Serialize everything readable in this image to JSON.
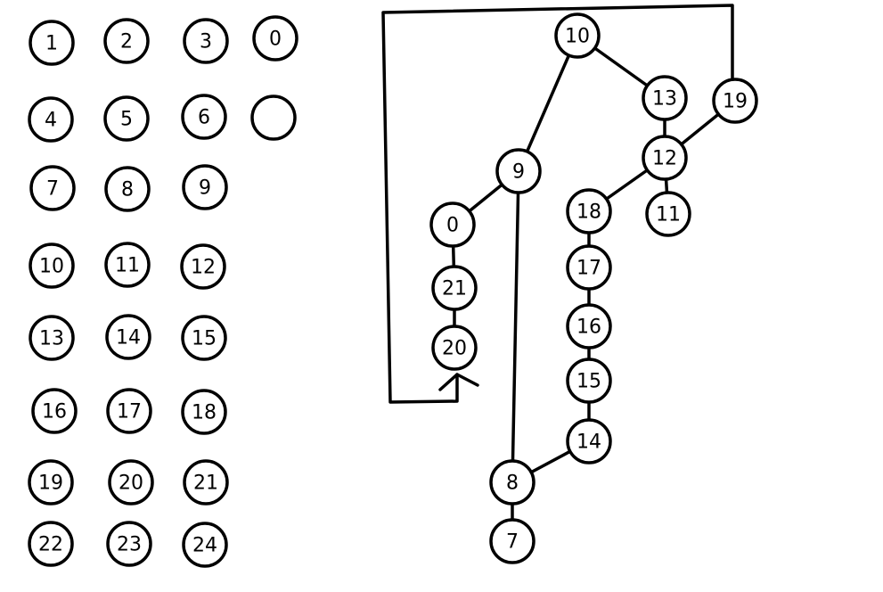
{
  "legend_nodes": [
    {
      "label": "1"
    },
    {
      "label": "2"
    },
    {
      "label": "3"
    },
    {
      "label": "0"
    },
    {
      "label": "4"
    },
    {
      "label": "5"
    },
    {
      "label": "6"
    },
    {
      "label": ""
    },
    {
      "label": "7"
    },
    {
      "label": "8"
    },
    {
      "label": "9"
    },
    {
      "label": "10"
    },
    {
      "label": "11"
    },
    {
      "label": "12"
    },
    {
      "label": "13"
    },
    {
      "label": "14"
    },
    {
      "label": "15"
    },
    {
      "label": "16"
    },
    {
      "label": "17"
    },
    {
      "label": "18"
    },
    {
      "label": "19"
    },
    {
      "label": "20"
    },
    {
      "label": "21"
    },
    {
      "label": "22"
    },
    {
      "label": "23"
    },
    {
      "label": "24"
    }
  ],
  "tree_nodes": [
    {
      "id": "n10",
      "label": "10"
    },
    {
      "id": "n13",
      "label": "13"
    },
    {
      "id": "n19",
      "label": "19"
    },
    {
      "id": "n12",
      "label": "12"
    },
    {
      "id": "n11",
      "label": "11"
    },
    {
      "id": "n18",
      "label": "18"
    },
    {
      "id": "n17",
      "label": "17"
    },
    {
      "id": "n16",
      "label": "16"
    },
    {
      "id": "n15",
      "label": "15"
    },
    {
      "id": "n14",
      "label": "14"
    },
    {
      "id": "n9",
      "label": "9"
    },
    {
      "id": "n0",
      "label": "0"
    },
    {
      "id": "n21",
      "label": "21"
    },
    {
      "id": "n20",
      "label": "20"
    },
    {
      "id": "n8",
      "label": "8"
    },
    {
      "id": "n7",
      "label": "7"
    }
  ],
  "edges": [
    [
      "n10",
      "n13"
    ],
    [
      "n10",
      "n9"
    ],
    [
      "n13",
      "n12"
    ],
    [
      "n19",
      "n12"
    ],
    [
      "n12",
      "n11"
    ],
    [
      "n12",
      "n18"
    ],
    [
      "n18",
      "n17"
    ],
    [
      "n17",
      "n16"
    ],
    [
      "n16",
      "n15"
    ],
    [
      "n15",
      "n14"
    ],
    [
      "n14",
      "n8"
    ],
    [
      "n9",
      "n8"
    ],
    [
      "n9",
      "n0"
    ],
    [
      "n0",
      "n21"
    ],
    [
      "n21",
      "n20"
    ],
    [
      "n8",
      "n7"
    ]
  ]
}
